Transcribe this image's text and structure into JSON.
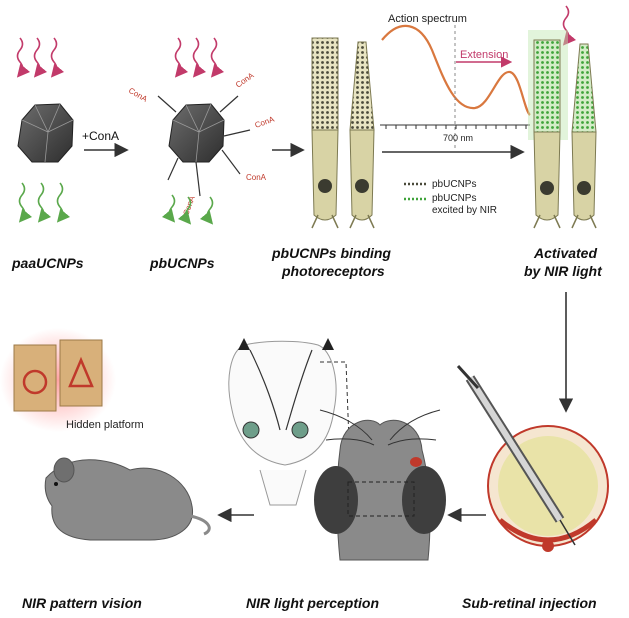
{
  "colors": {
    "nir_arrow": "#c23a6a",
    "green_arrow": "#5aa84b",
    "rod_fill": "#d8d3a5",
    "rod_stroke": "#7d7a52",
    "accent_red": "#c0392b",
    "spectrum_curve": "#d9783f",
    "mouse_gray": "#8a8a8a",
    "dark": "#333333"
  },
  "top_row": {
    "stage1_label": "paaUCNPs",
    "conA_arrow_label": "+ConA",
    "conA_tag": "ConA",
    "coo_tag": "COO",
    "stage2_label": "pbUCNPs",
    "stage3_label_line1": "pbUCNPs binding",
    "stage3_label_line2": "photoreceptors",
    "stage4_label_line1": "Activated",
    "stage4_label_line2": "by NIR light"
  },
  "spectrum": {
    "title": "Action spectrum",
    "extension_label": "Extension",
    "tick_label": "700 nm"
  },
  "legend": {
    "item1": "pbUCNPs",
    "item2_line1": "pbUCNPs",
    "item2_line2": "excited by NIR"
  },
  "bottom_row": {
    "platform_label": "Hidden platform",
    "caption1": "NIR pattern vision",
    "caption2": "NIR light perception",
    "caption3": "Sub-retinal injection"
  },
  "icons": [
    "nir-wave-icon",
    "emission-wave-icon",
    "nanoparticle-icon",
    "photoreceptor-icon",
    "mouse-icon",
    "brain-icon",
    "eye-icon",
    "syringe-icon"
  ]
}
